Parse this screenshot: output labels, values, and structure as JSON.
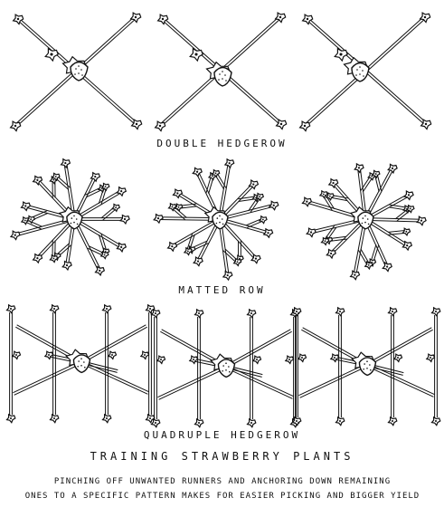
{
  "labels": {
    "double": "DOUBLE HEDGEROW",
    "matted": "MATTED ROW",
    "quadruple": "QUADRUPLE HEDGEROW",
    "title": "TRAINING STRAWBERRY PLANTS"
  },
  "caption": {
    "line1": "PINCHING OFF UNWANTED RUNNERS AND ANCHORING DOWN REMAINING",
    "line2": "ONES TO A SPECIFIC PATTERN MAKES FOR EASIER PICKING AND BIGGER YIELD"
  },
  "colors": {
    "ink": "#111111",
    "paper": "#ffffff"
  }
}
